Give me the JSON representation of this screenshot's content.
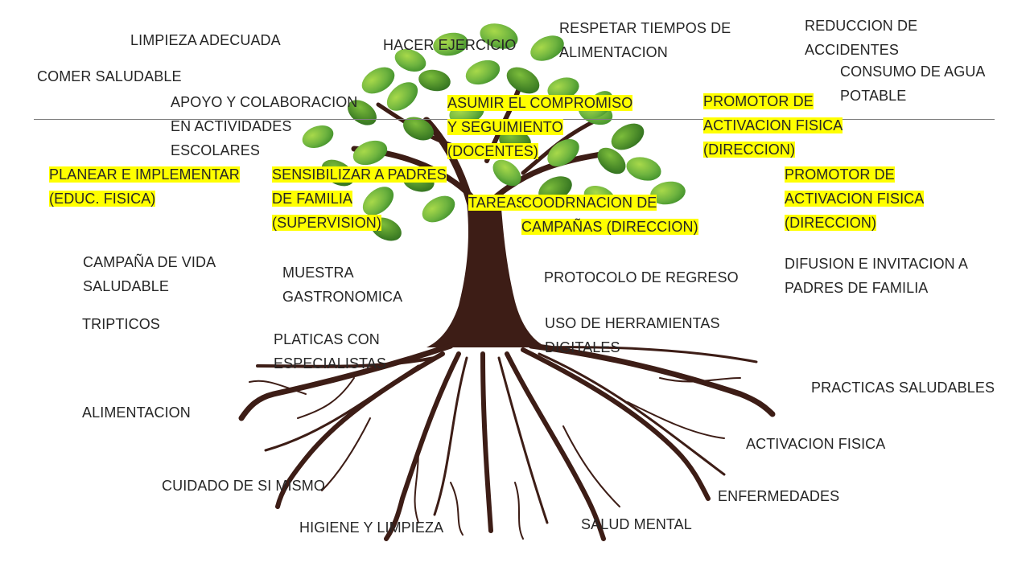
{
  "slide": {
    "labels": {
      "limpieza": "LIMPIEZA ADECUADA",
      "comer": "COMER SALUDABLE",
      "ejercicio": "HACER EJERCICIO",
      "respetar": "RESPETAR TIEMPOS DE\nALIMENTACION",
      "reduccion": "REDUCCION DE\nACCIDENTES",
      "agua": "CONSUMO DE AGUA\nPOTABLE",
      "apoyo": "APOYO Y COLABORACION\nEN ACTIVIDADES\nESCOLARES",
      "campana": "CAMPAÑA DE VIDA\nSALUDABLE",
      "muestra": "MUESTRA\nGASTRONOMICA",
      "protocolo": "PROTOCOLO DE REGRESO",
      "difusion": "DIFUSION E INVITACION A\nPADRES DE FAMILIA",
      "tripticos": "TRIPTICOS",
      "platicas": "PLATICAS CON\nESPECIALISTAS",
      "herramientas": "USO DE HERRAMIENTAS\nDIGITALES",
      "practicas": "PRACTICAS SALUDABLES",
      "alimentacion": "ALIMENTACION",
      "activacion": "ACTIVACION FISICA",
      "cuidado": "CUIDADO DE SI MISMO",
      "enfermedades": "ENFERMEDADES",
      "salud_mental": "SALUD MENTAL",
      "higiene": "HIGIENE Y LIMPIEZA"
    },
    "highlighted": {
      "asumir": [
        "ASUMIR EL COMPROMISO",
        "Y SEGUIMIENTO",
        "(DOCENTES)"
      ],
      "promotor_top": [
        "PROMOTOR DE",
        "ACTIVACION  FISICA",
        "(DIRECCION)"
      ],
      "planear": [
        "PLANEAR E IMPLEMENTAR",
        "(EDUC. FISICA)"
      ],
      "sensibilizar": [
        "SENSIBILIZAR A PADRES",
        "DE FAMILIA",
        "(SUPERVISION)"
      ],
      "tareas": [
        "TAREAS"
      ],
      "coordinacion": [
        "COODRNACION DE",
        "CAMPAÑAS (DIRECCION)"
      ],
      "promotor_right": [
        "PROMOTOR DE",
        "ACTIVACION  FISICA",
        "(DIRECCION)"
      ]
    },
    "colors": {
      "highlight": "#ffff00",
      "trunk": "#3d1d16",
      "leaf_dark": "#3f8f2a",
      "leaf_light": "#8dc63f",
      "text": "#262626"
    }
  }
}
